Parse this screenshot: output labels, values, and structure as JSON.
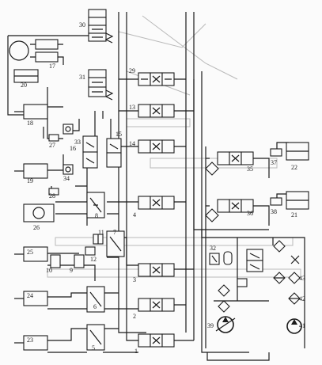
{
  "diagram": {
    "component_numbers": [
      "1",
      "2",
      "3",
      "4",
      "5",
      "6",
      "7",
      "8",
      "9",
      "10",
      "11",
      "12",
      "13",
      "14",
      "15",
      "16",
      "17",
      "18",
      "19",
      "20",
      "21",
      "22",
      "23",
      "24",
      "25",
      "26",
      "27",
      "28",
      "29",
      "30",
      "31",
      "32",
      "33",
      "34",
      "35",
      "36",
      "37",
      "38",
      "39",
      "41",
      "42",
      "43"
    ]
  }
}
